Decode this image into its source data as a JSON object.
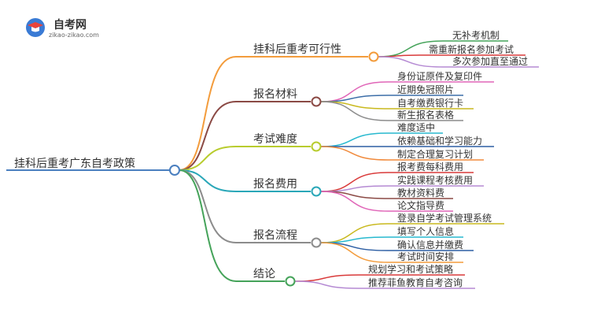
{
  "logo": {
    "name": "自考网",
    "url": "zikao-zikao.com"
  },
  "mindmap": {
    "root": "挂科后重考广东自考政策",
    "root_color": "#4a7fbf",
    "branches": [
      {
        "label": "挂科后重考可行性",
        "color": "#f39c3c",
        "children": [
          {
            "label": "无补考机制",
            "color": "#45a35a"
          },
          {
            "label": "需重新报名参加考试",
            "color": "#d93a3a"
          },
          {
            "label": "多次参加直至通过",
            "color": "#b58ad3"
          }
        ]
      },
      {
        "label": "报名材料",
        "color": "#8b4a45",
        "children": [
          {
            "label": "身份证原件及复印件",
            "color": "#e066b8"
          },
          {
            "label": "近期免冠照片",
            "color": "#3c6ea8"
          },
          {
            "label": "自考缴费银行卡",
            "color": "#c9b91e"
          },
          {
            "label": "新生报名表格",
            "color": "#8c8c8c"
          }
        ]
      },
      {
        "label": "考试难度",
        "color": "#b8cc2e",
        "children": [
          {
            "label": "难度适中",
            "color": "#28b9cf"
          },
          {
            "label": "依赖基础和学习能力",
            "color": "#2d5ea3"
          },
          {
            "label": "制定合理复习计划",
            "color": "#f08a3c"
          }
        ]
      },
      {
        "label": "报名费用",
        "color": "#2aa7b8",
        "children": [
          {
            "label": "报考费每科费用",
            "color": "#d93a3a"
          },
          {
            "label": "实践课程考核费用",
            "color": "#b58ad3"
          },
          {
            "label": "教材资料费",
            "color": "#8b4a45"
          },
          {
            "label": "论文指导费",
            "color": "#e066b8"
          }
        ]
      },
      {
        "label": "报名流程",
        "color": "#8c8c8c",
        "children": [
          {
            "label": "登录自学考试管理系统",
            "color": "#c9b91e"
          },
          {
            "label": "填写个人信息",
            "color": "#28b9cf"
          },
          {
            "label": "确认信息并缴费",
            "color": "#2d5ea3"
          },
          {
            "label": "考试时间安排",
            "color": "#f39c3c"
          }
        ]
      },
      {
        "label": "结论",
        "color": "#45a35a",
        "children": [
          {
            "label": "规划学习和考试策略",
            "color": "#d93a3a"
          },
          {
            "label": "推荐菲鱼教育自考咨询",
            "color": "#b58ad3"
          }
        ]
      }
    ]
  }
}
